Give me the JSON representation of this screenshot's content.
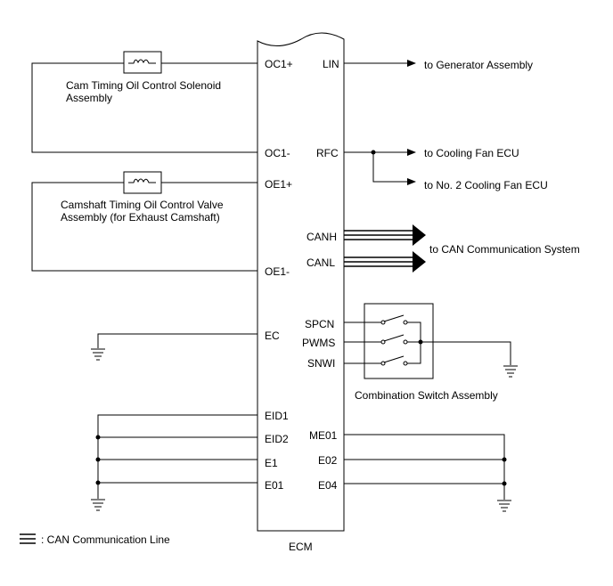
{
  "ecm": {
    "label": "ECM",
    "pins_left": [
      "OC1+",
      "OC1-",
      "OE1+",
      "OE1-",
      "EC",
      "EID1",
      "EID2",
      "E1",
      "E01"
    ],
    "pins_right": [
      "LIN",
      "RFC",
      "CANH",
      "CANL",
      "SPCN",
      "PWMS",
      "SNWI",
      "ME01",
      "E02",
      "E04"
    ]
  },
  "components": {
    "cam_solenoid": [
      "Cam Timing Oil Control Solenoid",
      "Assembly"
    ],
    "camshaft_valve": [
      "Camshaft Timing Oil Control Valve",
      "Assembly (for Exhaust Camshaft)"
    ],
    "combination_switch": "Combination Switch Assembly"
  },
  "destinations": {
    "generator": "to Generator Assembly",
    "cooling_fan": "to Cooling Fan ECU",
    "cooling_fan_2": "to No. 2 Cooling Fan ECU",
    "can_system": "to CAN Communication System"
  },
  "legend": {
    "can_line": ": CAN Communication Line"
  }
}
